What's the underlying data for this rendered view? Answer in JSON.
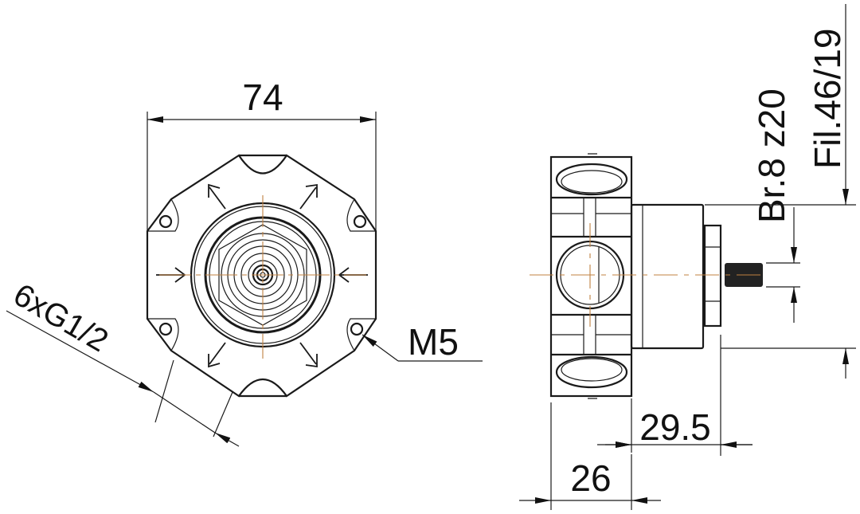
{
  "drawing": {
    "front_view": {
      "width_dim": "74",
      "inlets": "6xG1/2",
      "screw": "M5"
    },
    "side_view": {
      "dim_a": "29.5",
      "dim_b": "26",
      "spindle": "Br.8 z20",
      "thread": "Fil.46/19"
    }
  },
  "colors": {
    "line": "#1a1a1a",
    "centerline": "#c08040"
  }
}
